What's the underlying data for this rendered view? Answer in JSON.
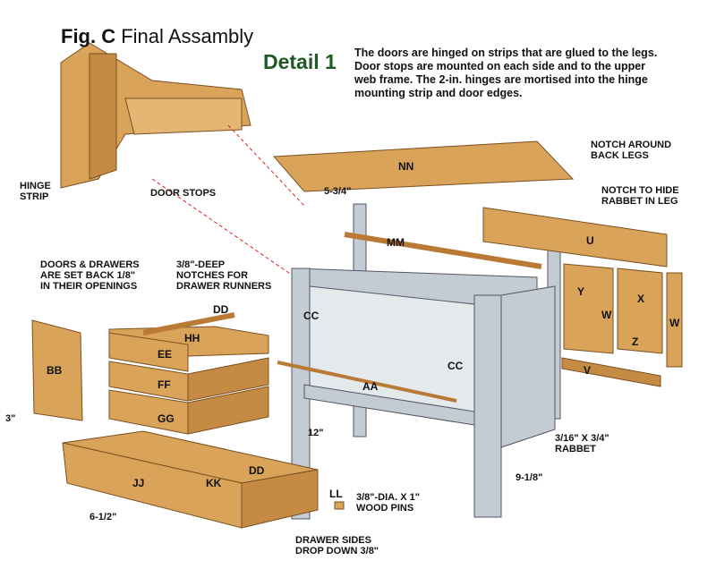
{
  "figure": {
    "fig_label": "Fig. C",
    "title": "Final Assambly"
  },
  "detail": {
    "title": "Detail 1",
    "text": "The doors are hinged on strips that are glued to the legs. Door stops are mounted on each side and to the upper web frame. The 2-in. hinges are mortised into the hinge mounting strip and door edges."
  },
  "callouts": {
    "hinge_strip": "HINGE\nSTRIP",
    "door_stops": "DOOR STOPS",
    "notch_back_legs": "NOTCH AROUND\nBACK LEGS",
    "notch_rabbet": "NOTCH TO HIDE\nRABBET IN LEG",
    "set_back": "DOORS & DRAWERS\nARE SET BACK 1/8\"\nIN THEIR OPENINGS",
    "notches_runners": "3/8\"-DEEP\nNOTCHES FOR\nDRAWER RUNNERS",
    "rabbet": "3/16\" X 3/4\"\nRABBET",
    "wood_pins": "3/8\"-DIA. X 1\"\nWOOD PINS",
    "drawer_sides": "DRAWER SIDES\nDROP DOWN 3/8\""
  },
  "dimensions": {
    "top_rail": "5-3/4\"",
    "leg_height": "12\"",
    "leg_bottom": "9-1/8\"",
    "door_pull": "3\"",
    "drawer_pull": "6-1/2\""
  },
  "parts": {
    "NN": "NN",
    "MM": "MM",
    "U": "U",
    "Y": "Y",
    "W1": "W",
    "X": "X",
    "Z": "Z",
    "W2": "W",
    "V": "V",
    "CC1": "CC",
    "CC2": "CC",
    "AA": "AA",
    "DD1": "DD",
    "HH": "HH",
    "EE": "EE",
    "FF": "FF",
    "GG": "GG",
    "BB": "BB",
    "JJ": "JJ",
    "KK": "KK",
    "DD2": "DD",
    "LL": "LL"
  },
  "colors": {
    "wood": "#d9a35a",
    "wood_dark": "#b97a36",
    "cabinet": "#b9c4cc",
    "accent": "#1e5a22",
    "leader_red": "#e02020"
  }
}
